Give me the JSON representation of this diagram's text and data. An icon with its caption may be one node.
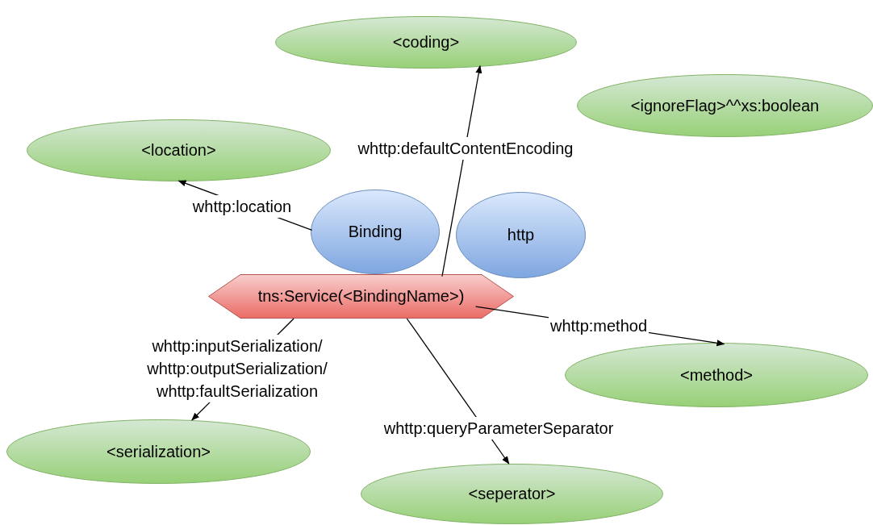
{
  "diagram": {
    "nodes": [
      {
        "text": [
          "<coding>"
        ]
      },
      {
        "text": [
          "<ignoreFlag>^^xs:boolean"
        ]
      },
      {
        "text": [
          "<location>"
        ]
      },
      {
        "text": [
          "Binding"
        ]
      },
      {
        "text": [
          "http"
        ]
      },
      {
        "text": [
          "tns:Service(<BindingName>)"
        ]
      },
      {
        "text": [
          "<method>"
        ]
      },
      {
        "text": [
          "<serialization>"
        ]
      },
      {
        "text": [
          "<seperator>"
        ]
      }
    ],
    "edges": [
      {
        "from": 5,
        "to": 0,
        "arrow": "to",
        "label": "whttp:defaultContentEncoding"
      },
      {
        "from": 3,
        "to": 2,
        "arrow": "to",
        "label": "whttp:location"
      },
      {
        "from": 5,
        "to": 6,
        "arrow": "to",
        "label": "whttp:method"
      },
      {
        "from": 5,
        "to": 7,
        "arrow": "to",
        "label": "whttp:inputSerialization/ whttp:outputSerialization/ whttp:faultSerialization"
      },
      {
        "from": 5,
        "to": 8,
        "arrow": "to",
        "label": "whttp:queryParameterSeparator"
      }
    ]
  }
}
